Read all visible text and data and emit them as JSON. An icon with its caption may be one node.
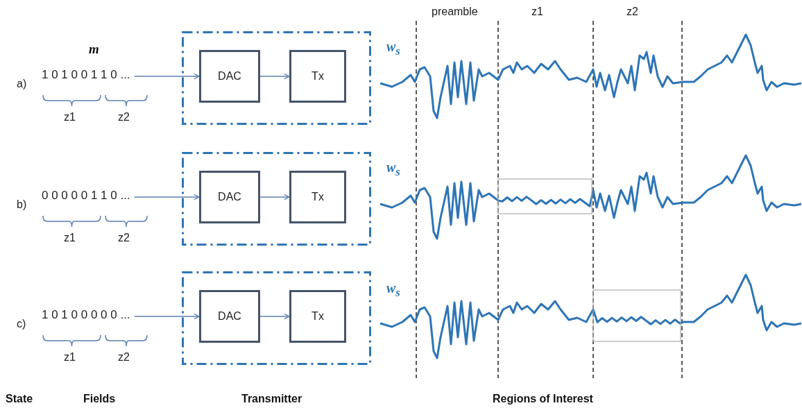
{
  "diagram": {
    "nodes": [
      {
        "text": [
          "1 0 1 0 0 1 1 0 ..."
        ]
      },
      {
        "text": [],
        "shape": "box"
      },
      {
        "text": [
          "DAC"
        ],
        "in": 1
      },
      {
        "text": [
          "Tx"
        ],
        "in": 1
      },
      {
        "text": [
          "0 0 0 0 0 1 1 0 ..."
        ]
      },
      {
        "text": [],
        "shape": "box"
      },
      {
        "text": [
          "DAC"
        ],
        "in": 5
      },
      {
        "text": [
          "Tx"
        ],
        "in": 5
      },
      {
        "text": [
          "1 0 1 0 0 0 0 0 ..."
        ]
      },
      {
        "text": [],
        "shape": "box"
      },
      {
        "text": [
          "DAC"
        ],
        "in": 9
      },
      {
        "text": [
          "Tx"
        ],
        "in": 9
      }
    ],
    "edges": [
      {
        "from": 0,
        "to": 2,
        "arrow": "to"
      },
      {
        "from": 2,
        "to": 3,
        "arrow": "to"
      },
      {
        "from": 4,
        "to": 6,
        "arrow": "to"
      },
      {
        "from": 6,
        "to": 7,
        "arrow": "to"
      },
      {
        "from": 8,
        "to": 10,
        "arrow": "to"
      },
      {
        "from": 10,
        "to": 11,
        "arrow": "to"
      }
    ],
    "labels": [
      "preamble",
      "z1",
      "z2",
      "m",
      "w$_{s}$",
      "a)",
      "z1",
      "z2",
      "w$_{s}$",
      "b)",
      "z1",
      "z2",
      "w$_{s}$",
      "c)",
      "z1",
      "z2",
      "State",
      "Fields",
      "Transmitter",
      "Regions of Interest"
    ]
  }
}
